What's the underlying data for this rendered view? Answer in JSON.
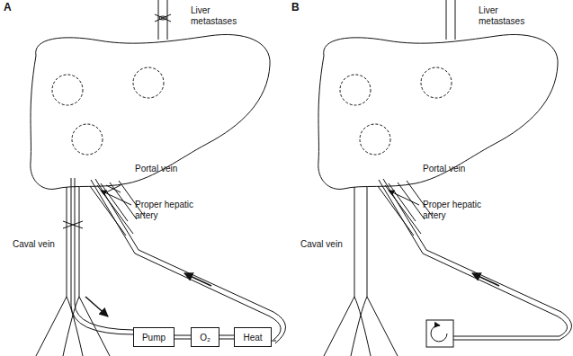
{
  "diagram": {
    "nodes": [
      {
        "text": [
          "Pump"
        ]
      },
      {
        "text": [
          "O₂"
        ]
      },
      {
        "text": [
          "Heat"
        ]
      }
    ],
    "edges": [
      {
        "from": 0,
        "to": 1,
        "arrow": "none"
      },
      {
        "from": 1,
        "to": 2,
        "arrow": "none"
      }
    ],
    "labels": [
      "A",
      "Liver metastases",
      "Portal vein",
      "Proper hepatic artery",
      "Caval vein",
      "B",
      "Liver metastases",
      "Portal vein",
      "Proper hepatic artery",
      "Caval vein"
    ]
  }
}
